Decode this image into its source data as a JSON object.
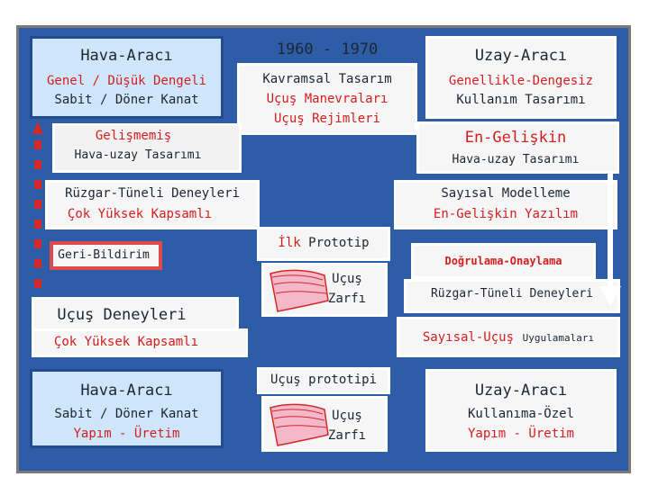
{
  "top": {
    "left_title": "Hava-Aracı",
    "left_line1": "Genel / Düşük Dengeli",
    "left_line2": "Sabit / Döner Kanat",
    "center_title": "1960 - 1970",
    "center_line1": "Kavramsal Tasarım",
    "center_line2": "Uçuş Manevraları",
    "center_line3": "Uçuş Rejimleri",
    "right_title": "Uzay-Aracı",
    "right_line1": "Genellikle-Dengesiz",
    "right_line2": "Kullanım Tasarımı"
  },
  "middle": {
    "left_dev_title": "Gelişmemiş",
    "left_dev_sub": "Hava-uzay Tasarımı",
    "right_dev_title": "En-Gelişkin",
    "right_dev_sub": "Hava-uzay Tasarımı",
    "wind_tunnel_title": "Rüzgar-Tüneli Deneyleri",
    "wind_tunnel_sub": "Çok Yüksek Kapsamlı",
    "numerical_title": "Sayısal Modelleme",
    "numerical_sub": "En-Gelişkin Yazılım",
    "feedback": "Geri-Bildirim",
    "first_proto_part1": "İlk",
    "first_proto_part2": "Prototip",
    "flight_envelope_1a": "Uçuş",
    "flight_envelope_1b": "Zarfı",
    "verification": "Doğrulama-Onaylama",
    "wind_tunnel_right": "Rüzgar-Tüneli Deneyleri",
    "flight_tests_title": "Uçuş Deneyleri",
    "flight_tests_sub": "Çok Yüksek Kapsamlı",
    "numflight_big": "Sayısal-Uçuş",
    "numflight_small": "Uygulamaları"
  },
  "bottom": {
    "left_title": "Hava-Aracı",
    "left_line1": "Sabit / Döner Kanat",
    "left_line2": "Yapım - Üretim",
    "center_title": "Uçuş prototipi",
    "flight_envelope_2a": "Uçuş",
    "flight_envelope_2b": "Zarfı",
    "right_title": "Uzay-Aracı",
    "right_line1": "Kullanıma-Özel",
    "right_line2": "Yapım - Üretim"
  },
  "colors": {
    "frame_blue": "#2e5da8",
    "light_blue_box": "#cfe6fa",
    "red_border": "#e04a4a",
    "red_text": "#d21e1e",
    "dark_text": "#1c2733",
    "ribbon_pink": "#f4b8c9"
  }
}
